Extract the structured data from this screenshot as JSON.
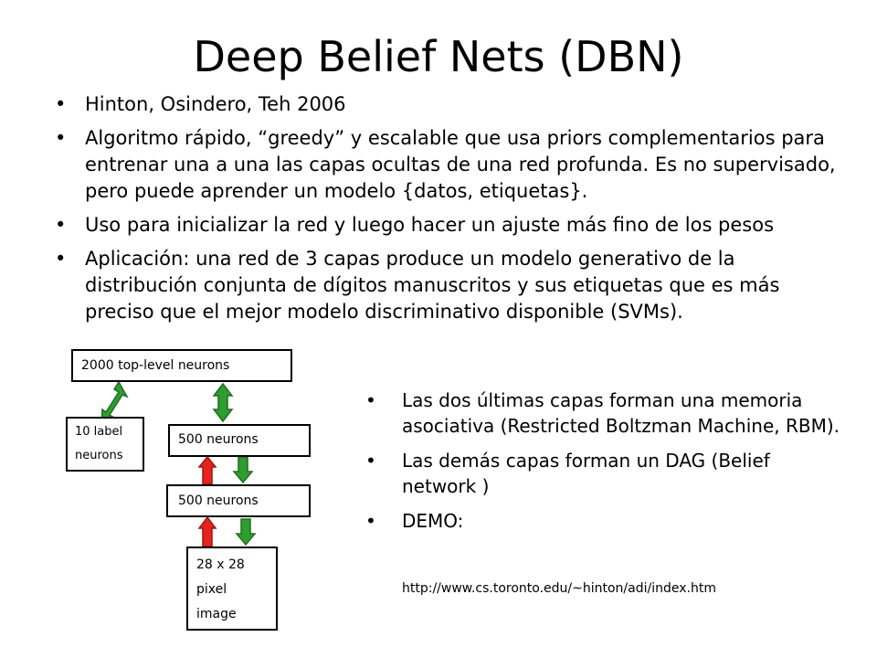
{
  "slide": {
    "title": "Deep Belief Nets (DBN)",
    "bullets": [
      "Hinton, Osindero, Teh 2006",
      "Algoritmo rápido, “greedy” y escalable que usa priors complementarios para entrenar una a una las capas ocultas de una red profunda. Es no supervisado, pero puede aprender un modelo {datos, etiquetas}.",
      "Uso para inicializar la red y luego hacer un ajuste más fino de los pesos",
      "Aplicación: una red de 3 capas produce un modelo generativo de la distribución conjunta de dígitos manuscritos y sus etiquetas que es más preciso que el mejor modelo discriminativo disponible (SVMs)."
    ],
    "right_bullets": [
      "Las dos últimas capas forman una memoria asociativa (Restricted Boltzman Machine, RBM).",
      "Las demás capas forman un DAG (Belief network )",
      "DEMO:"
    ],
    "demo_url": "http://www.cs.toronto.edu/~hinton/adi/index.htm"
  },
  "diagram": {
    "top_level": "2000 top-level neurons",
    "label_line1": "10 label",
    "label_line2": "neurons",
    "hidden2": "500 neurons",
    "hidden1": "500 neurons",
    "image_line1": "28 x 28",
    "image_line2": "pixel",
    "image_line3": "image",
    "colors": {
      "undirected": "#2e9e2e",
      "up": "#e8221c",
      "down": "#2e9e2e",
      "outline": "#000000"
    }
  }
}
